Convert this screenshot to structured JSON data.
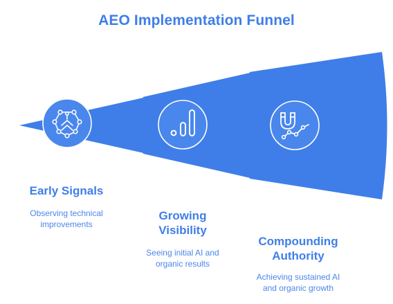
{
  "title": "AEO Implementation Funnel",
  "colors": {
    "funnel": "#3f7ee8",
    "icon_circle": "#4a87ec",
    "icon_stroke": "#ffffff",
    "title": "#3f7ee8",
    "text": "#4b86ea"
  },
  "stages": [
    {
      "title_lines": [
        "Early Signals"
      ],
      "description_lines": [
        "Observing technical",
        "improvements"
      ],
      "icon": "network-chevrons-icon"
    },
    {
      "title_lines": [
        "Growing",
        "Visibility"
      ],
      "description_lines": [
        "Seeing initial AI and",
        "organic results"
      ],
      "icon": "rising-bars-icon"
    },
    {
      "title_lines": [
        "Compounding",
        "Authority"
      ],
      "description_lines": [
        "Achieving sustained AI",
        "and organic growth"
      ],
      "icon": "magnet-trend-icon"
    }
  ]
}
